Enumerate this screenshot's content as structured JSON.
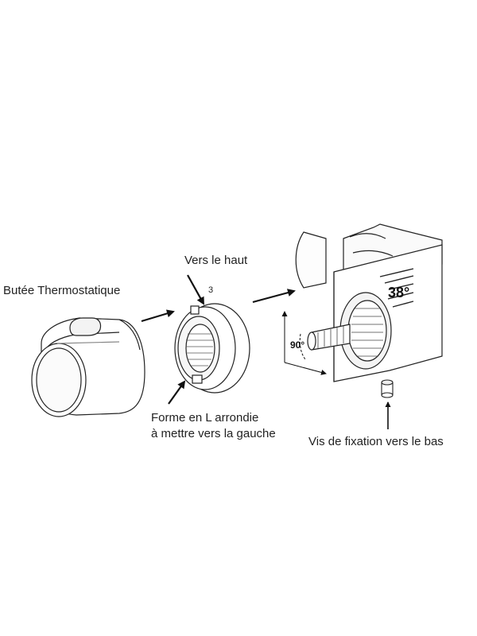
{
  "labels": {
    "butee": "Butée Thermostatique",
    "vers_le_haut": "Vers le haut",
    "step_number": "3",
    "forme_line1": "Forme en L arrondie",
    "forme_line2": "à mettre vers la gauche",
    "vis": "Vis de fixation vers le bas",
    "angle": "90°",
    "temperature": "38°"
  },
  "icons": [
    "thermostatic-stop",
    "ring-adapter",
    "mixer-valve-body",
    "fixing-screw"
  ]
}
